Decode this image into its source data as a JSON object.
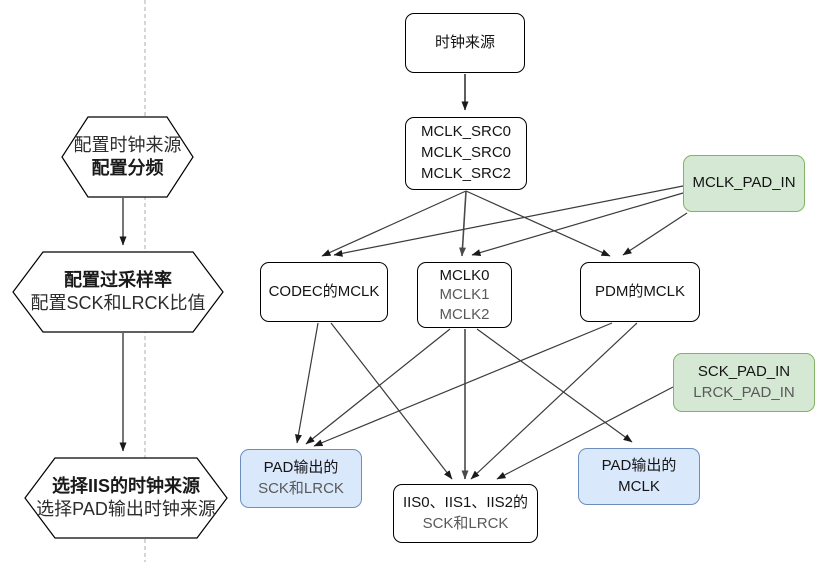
{
  "left_panel": {
    "steps": [
      {
        "line1": "配置时钟来源",
        "line2": "配置分频"
      },
      {
        "line1": "配置过采样率",
        "line2": "配置SCK和LRCK比值"
      },
      {
        "line1": "选择IIS的时钟来源",
        "line2": "选择PAD输出时钟来源"
      }
    ],
    "edges": [
      {
        "from": "step-1",
        "to": "step-2"
      },
      {
        "from": "step-2",
        "to": "step-3"
      }
    ]
  },
  "diagram": {
    "nodes": {
      "clock_source": {
        "label": "时钟来源"
      },
      "mclk_src": {
        "line1": "MCLK_SRC0",
        "line2": "MCLK_SRC0",
        "line3": "MCLK_SRC2"
      },
      "mclk_pad_in": {
        "label": "MCLK_PAD_IN"
      },
      "codec_mclk": {
        "label": "CODEC的MCLK"
      },
      "mclk_group": {
        "line1": "MCLK0",
        "line2": "MCLK1",
        "line3": "MCLK2"
      },
      "pdm_mclk": {
        "label": "PDM的MCLK"
      },
      "sck_pad_in": {
        "line1": "SCK_PAD_IN",
        "line2": "LRCK_PAD_IN"
      },
      "pad_out_sck": {
        "line1": "PAD输出的",
        "line2": "SCK和LRCK"
      },
      "iis_sck": {
        "line1": "IIS0、IIS1、IIS2的",
        "line2": "SCK和LRCK"
      },
      "pad_out_mclk": {
        "line1": "PAD输出的",
        "line2": "MCLK"
      }
    },
    "edges": [
      {
        "from": "clock_source",
        "to": "mclk_src"
      },
      {
        "from": "mclk_src",
        "to": "codec_mclk"
      },
      {
        "from": "mclk_src",
        "to": "mclk_group"
      },
      {
        "from": "mclk_src",
        "to": "pdm_mclk"
      },
      {
        "from": "mclk_pad_in",
        "to": "codec_mclk"
      },
      {
        "from": "mclk_pad_in",
        "to": "mclk_group"
      },
      {
        "from": "mclk_pad_in",
        "to": "pdm_mclk"
      },
      {
        "from": "codec_mclk",
        "to": "pad_out_sck"
      },
      {
        "from": "codec_mclk",
        "to": "iis_sck"
      },
      {
        "from": "mclk_group",
        "to": "pad_out_sck"
      },
      {
        "from": "mclk_group",
        "to": "iis_sck"
      },
      {
        "from": "mclk_group",
        "to": "pad_out_mclk"
      },
      {
        "from": "pdm_mclk",
        "to": "pad_out_sck"
      },
      {
        "from": "pdm_mclk",
        "to": "iis_sck"
      },
      {
        "from": "sck_pad_in",
        "to": "iis_sck"
      }
    ]
  },
  "colors": {
    "pad_in_fill": "#d5e8d4",
    "pad_in_border": "#82b366",
    "pad_out_fill": "#dae8fc",
    "pad_out_border": "#6c8ebf",
    "secondary_text": "#595959",
    "edge_stroke": "#3b3b3b",
    "divider": "#bfbfbf"
  }
}
